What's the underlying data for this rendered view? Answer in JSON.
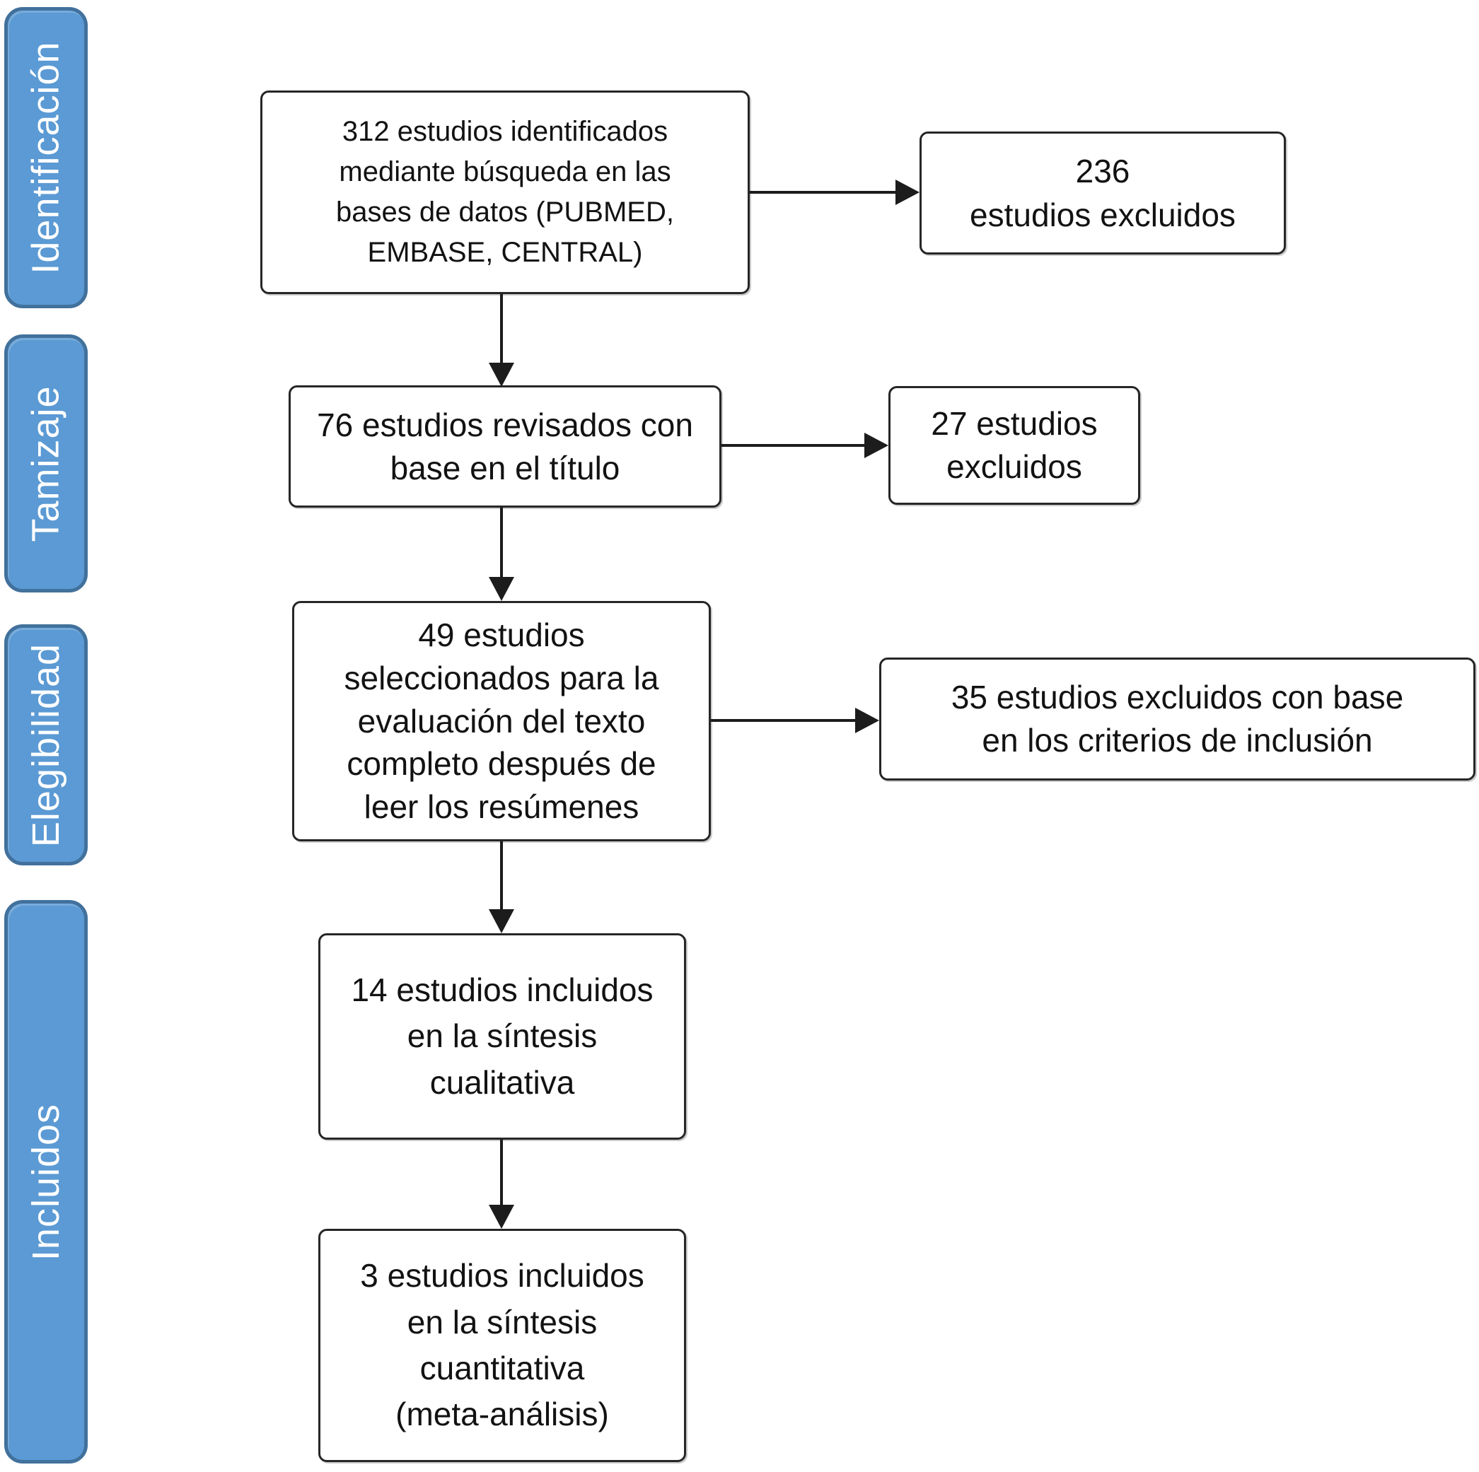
{
  "colors": {
    "stage_fill": "#5b9ad4",
    "stage_border": "#41719c",
    "stage_text": "#ffffff",
    "box_border": "#262626",
    "box_text": "#121212",
    "arrow": "#1c1c1c",
    "background": "#ffffff"
  },
  "stages": [
    {
      "label": "Identificación"
    },
    {
      "label": "Tamizaje"
    },
    {
      "label": "Elegibilidad"
    },
    {
      "label": "Incluidos"
    }
  ],
  "boxes": {
    "identified": {
      "text": "312 estudios identificados\nmediante búsqueda en las\nbases de datos  (PUBMED,\nEMBASE, CENTRAL)"
    },
    "excluded_initial": {
      "text": "236\nestudios excluidos"
    },
    "title_review": {
      "text": "76 estudios revisados con\nbase en el título"
    },
    "excluded_title": {
      "text": "27 estudios\nexcluidos"
    },
    "fulltext": {
      "text": "49 estudios\nseleccionados para la\nevaluación del texto\ncompleto después de\nleer los resúmenes"
    },
    "excluded_criteria": {
      "text": "35 estudios excluidos con base\nen los criterios de inclusión"
    },
    "qualitative": {
      "text": "14 estudios incluidos\nen la síntesis\ncualitativa"
    },
    "quantitative": {
      "text": "3 estudios incluidos\nen la síntesis\ncuantitativa\n(meta-análisis)"
    }
  }
}
